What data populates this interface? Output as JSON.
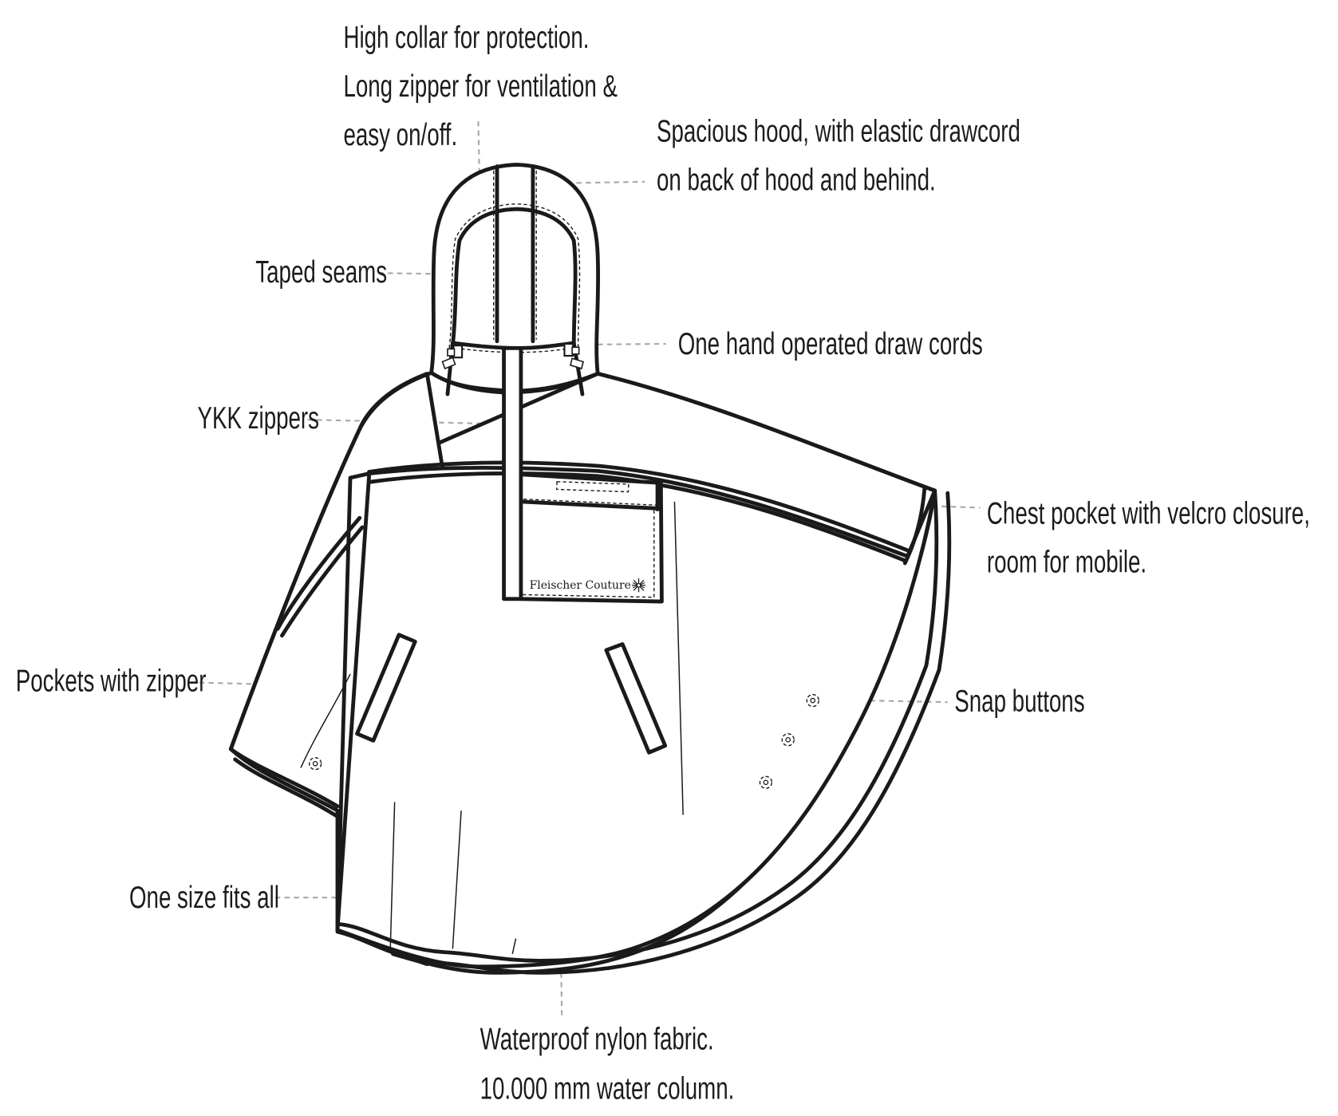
{
  "diagram": {
    "subject": "Rain poncho technical flat sketch",
    "line_color": "#1a1a1a",
    "leader_color": "#a8a8a8",
    "background": "#ffffff",
    "brand_label": "Fleischer Couture",
    "annotations": [
      {
        "id": "collar",
        "lines": [
          "High collar for protection.",
          "Long zipper for ventilation &",
          "easy on/off."
        ]
      },
      {
        "id": "hood",
        "lines": [
          "Spacious hood, with elastic drawcord",
          "on back of hood and behind."
        ]
      },
      {
        "id": "seams",
        "lines": [
          "Taped seams"
        ]
      },
      {
        "id": "drawcords",
        "lines": [
          "One hand operated draw cords"
        ]
      },
      {
        "id": "zippers",
        "lines": [
          "YKK zippers"
        ]
      },
      {
        "id": "chest-pocket",
        "lines": [
          "Chest pocket with velcro  closure,",
          "room for mobile."
        ]
      },
      {
        "id": "pockets",
        "lines": [
          "Pockets with zipper"
        ]
      },
      {
        "id": "snaps",
        "lines": [
          "Snap buttons"
        ]
      },
      {
        "id": "size",
        "lines": [
          "One size fits all"
        ]
      },
      {
        "id": "fabric",
        "lines": [
          "Waterproof nylon fabric.",
          "10.000 mm water column."
        ]
      }
    ]
  }
}
